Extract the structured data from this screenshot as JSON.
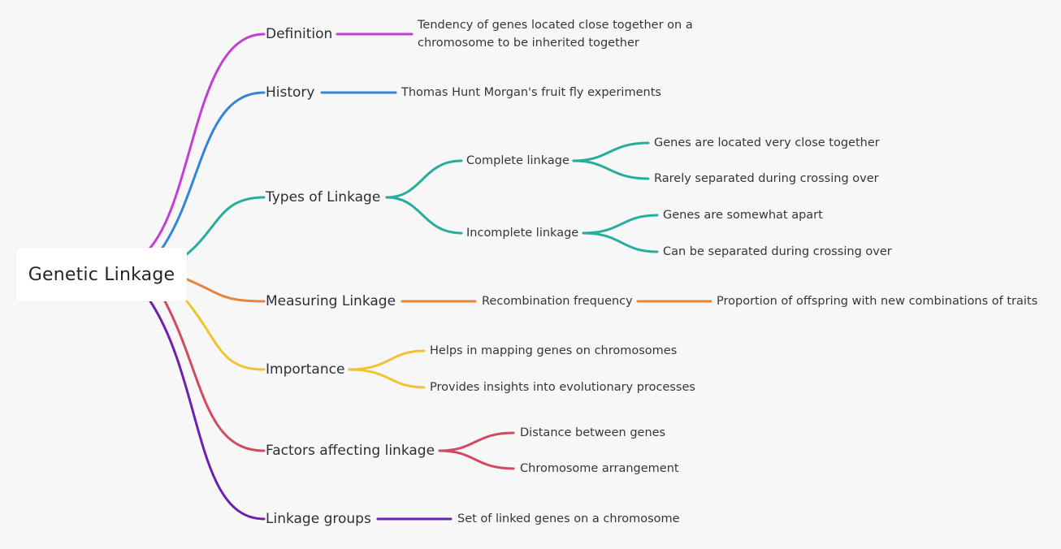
{
  "root": {
    "label": "Genetic Linkage"
  },
  "colors": {
    "definition": "#c040d0",
    "history": "#3385d6",
    "types": "#26ad9c",
    "measuring": "#e8843c",
    "importance": "#f0c430",
    "factors": "#d04a60",
    "groups": "#6e1fb0"
  },
  "branches": [
    {
      "label": "Definition",
      "color_key": "definition",
      "children": [
        {
          "label": "Tendency of genes located close together on a chromosome to be inherited together"
        }
      ]
    },
    {
      "label": "History",
      "color_key": "history",
      "children": [
        {
          "label": "Thomas Hunt Morgan's fruit fly experiments"
        }
      ]
    },
    {
      "label": "Types of Linkage",
      "color_key": "types",
      "children": [
        {
          "label": "Complete linkage",
          "children": [
            {
              "label": "Genes are located very close together"
            },
            {
              "label": "Rarely separated during crossing over"
            }
          ]
        },
        {
          "label": "Incomplete linkage",
          "children": [
            {
              "label": "Genes are somewhat apart"
            },
            {
              "label": "Can be separated during crossing over"
            }
          ]
        }
      ]
    },
    {
      "label": "Measuring Linkage",
      "color_key": "measuring",
      "children": [
        {
          "label": "Recombination frequency",
          "children": [
            {
              "label": "Proportion of offspring with new combinations of traits"
            }
          ]
        }
      ]
    },
    {
      "label": "Importance",
      "color_key": "importance",
      "children": [
        {
          "label": "Helps in mapping genes on chromosomes"
        },
        {
          "label": "Provides insights into evolutionary processes"
        }
      ]
    },
    {
      "label": "Factors affecting linkage",
      "color_key": "factors",
      "children": [
        {
          "label": "Distance between genes"
        },
        {
          "label": "Chromosome arrangement"
        }
      ]
    },
    {
      "label": "Linkage groups",
      "color_key": "groups",
      "children": [
        {
          "label": "Set of linked genes on a chromosome"
        }
      ]
    }
  ]
}
